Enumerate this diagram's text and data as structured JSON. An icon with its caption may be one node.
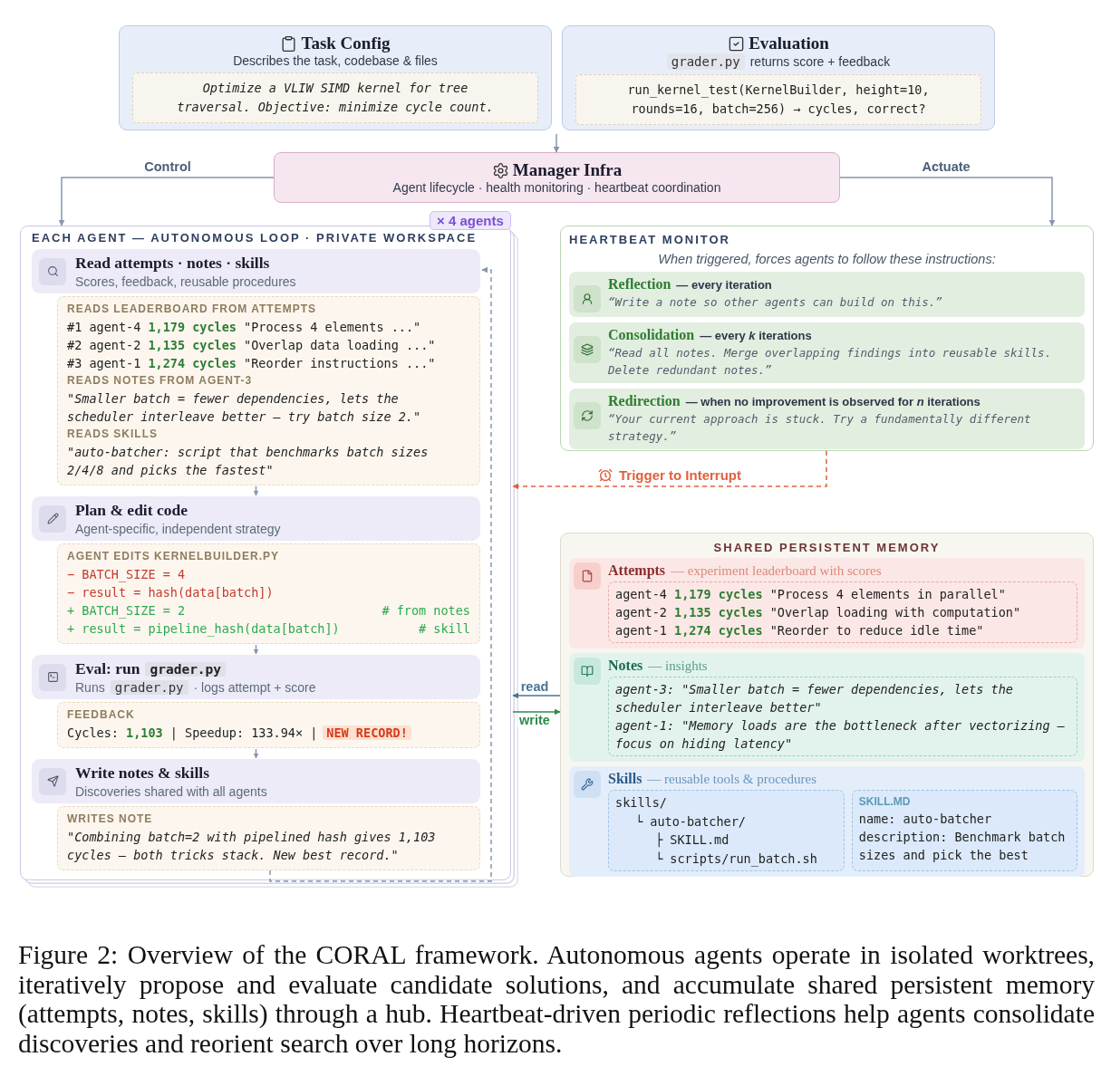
{
  "diagram": {
    "caption": "Figure 2: Overview of the CORAL framework. Autonomous agents operate in isolated worktrees, iteratively propose and evaluate candidate solutions, and accumulate shared persistent memory (attempts, notes, skills) through a hub. Heartbeat-driven periodic reflections help agents consolidate discoveries and reorient search over long horizons.",
    "nodes": [
      {
        "text": [
          "Task Config",
          "Describes the task, codebase & files"
        ]
      },
      {
        "text": [
          "Optimize a VLIW SIMD kernel for tree traversal. Objective: minimize cycle count."
        ],
        "in": 0
      },
      {
        "text": [
          "Evaluation",
          "grader.py",
          "returns score + feedback"
        ]
      },
      {
        "text": [
          "run_kernel_test(KernelBuilder, height=10, rounds=16, batch=256) → cycles, correct?"
        ],
        "in": 2
      },
      {
        "text": [
          "Manager Infra",
          "Agent lifecycle · health monitoring · heartbeat coordination"
        ]
      },
      {
        "text": [
          "EACH AGENT — AUTONOMOUS LOOP · PRIVATE WORKSPACE"
        ],
        "beside": [
          "× 4 agents"
        ]
      },
      {
        "text": [
          "Read attempts · notes · skills",
          "Scores, feedback, reusable procedures"
        ],
        "in": 5
      },
      {
        "text": [
          "READS LEADERBOARD FROM ATTEMPTS",
          "#1 agent-4 **1,179 cycles** \"Process 4 elements ...\"",
          "#2 agent-2 **1,135 cycles** \"Overlap data loading ...\"",
          "#3 agent-1 **1,274 cycles** \"Reorder instructions ...\"",
          "READS NOTES FROM AGENT-3",
          "\"Smaller batch = fewer dependencies, lets the scheduler interleave better — try batch size 2.\"",
          "READS SKILLS",
          "\"auto-batcher: script that benchmarks batch sizes 2/4/8 and picks the fastest\""
        ],
        "in": 5
      },
      {
        "text": [
          "Plan & edit code",
          "Agent-specific, independent strategy"
        ],
        "in": 5
      },
      {
        "text": [
          "AGENT EDITS KERNELBUILDER.PY",
          "− BATCH_SIZE = 4",
          "− result = hash(data[batch])",
          "+ BATCH_SIZE = 2",
          "# from notes",
          "+ result = pipeline_hash(data[batch])",
          "# skill"
        ],
        "in": 5
      },
      {
        "text": [
          "Eval: run",
          "grader.py",
          "Runs",
          "grader.py",
          "· logs attempt + score"
        ],
        "in": 5
      },
      {
        "text": [
          "FEEDBACK",
          "Cycles: **1,103** | Speedup: 133.94× |",
          "NEW RECORD!"
        ],
        "in": 5
      },
      {
        "text": [
          "Write notes & skills",
          "Discoveries shared with all agents"
        ],
        "in": 5
      },
      {
        "text": [
          "WRITES NOTE",
          "\"Combining batch=2 with pipelined hash gives 1,103 cycles — both tricks stack. New best record.\""
        ],
        "in": 5
      },
      {
        "text": [
          "HEARTBEAT MONITOR",
          "When triggered, forces agents to follow these instructions:"
        ]
      },
      {
        "text": [
          "Reflection",
          "— every iteration",
          "“Write a note so other agents can build on this.”"
        ],
        "in": 14
      },
      {
        "text": [
          "Consolidation",
          "— every *k* iterations",
          "“Read all notes. Merge overlapping findings into reusable skills. Delete redundant notes.”"
        ],
        "in": 14
      },
      {
        "text": [
          "Redirection",
          "— when no improvement is observed for *n* iterations",
          "“Your current approach is stuck. Try a fundamentally different strategy.”"
        ],
        "in": 14
      },
      {
        "text": [
          "SHARED PERSISTENT MEMORY"
        ]
      },
      {
        "text": [
          "Attempts",
          "— experiment leaderboard with scores"
        ],
        "in": 18
      },
      {
        "text": [
          "agent-4 **1,179 cycles** \"Process 4 elements in parallel\"",
          "agent-2 **1,135 cycles** \"Overlap loading with computation\"",
          "agent-1 **1,274 cycles** \"Reorder to reduce idle time\""
        ],
        "in": 19
      },
      {
        "text": [
          "Notes",
          "— insights"
        ],
        "in": 18
      },
      {
        "text": [
          "agent-3: \"Smaller batch = fewer dependencies, lets the scheduler interleave better\"",
          "agent-1: \"Memory loads are the bottleneck after vectorizing — focus on hiding latency\""
        ],
        "in": 21
      },
      {
        "text": [
          "Skills",
          "— reusable tools & procedures"
        ],
        "in": 18
      },
      {
        "text": [
          "skills/",
          "└ auto-batcher/",
          "├ SKILL.md",
          "└ scripts/run_batch.sh"
        ],
        "in": 23
      },
      {
        "text": [
          "SKILL.MD",
          "name: auto-batcher",
          "description: Benchmark batch sizes and pick the best"
        ],
        "in": 23
      }
    ],
    "edges": [
      {
        "from": 0,
        "to": 4,
        "arrow": "to"
      },
      {
        "from": 4,
        "to": 5,
        "arrow": "to",
        "label": "Control"
      },
      {
        "from": 4,
        "to": 14,
        "arrow": "to",
        "label": "Actuate"
      },
      {
        "from": 14,
        "to": 5,
        "arrow": "to",
        "label": "Trigger to Interrupt",
        "style": "dashed",
        "color": "#e0603e"
      },
      {
        "from": 18,
        "to": 5,
        "arrow": "to",
        "label": "read",
        "color": "#4a7396"
      },
      {
        "from": 5,
        "to": 18,
        "arrow": "to",
        "label": "write",
        "color": "#2e8b4e"
      },
      {
        "from": 7,
        "to": 8,
        "arrow": "to"
      },
      {
        "from": 9,
        "to": 10,
        "arrow": "to"
      },
      {
        "from": 11,
        "to": 12,
        "arrow": "to"
      },
      {
        "from": 13,
        "to": 6,
        "arrow": "to",
        "style": "dashed"
      }
    ]
  }
}
